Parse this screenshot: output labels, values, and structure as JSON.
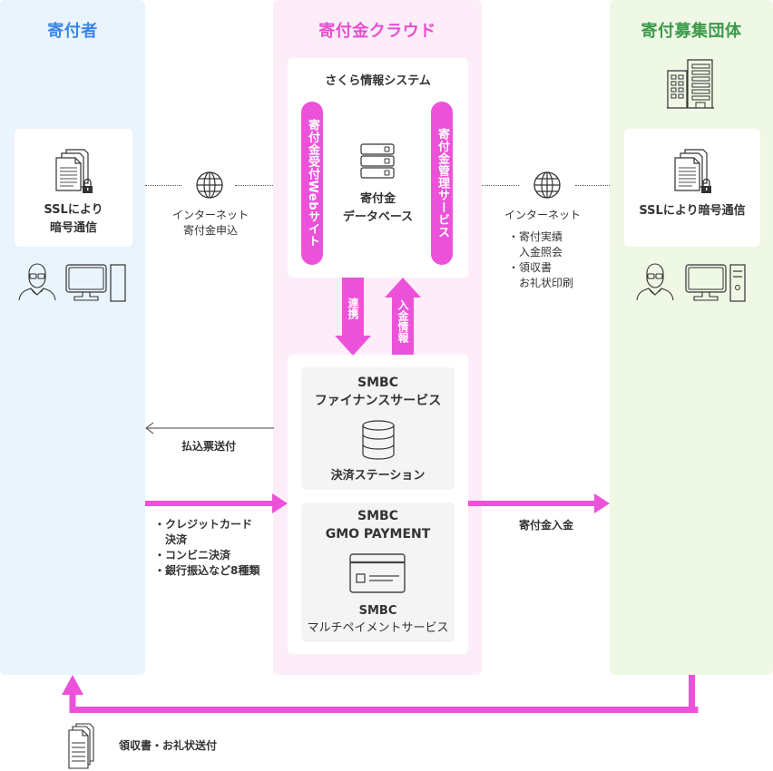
{
  "colors": {
    "donor_bg": "#e9f4fd",
    "donor_title": "#3b86e8",
    "cloud_bg": "#fdedf9",
    "cloud_title": "#e84fd2",
    "org_bg": "#eff7e5",
    "org_title": "#3a9a4a",
    "accent_arrow": "#ec52d9",
    "text": "#333333"
  },
  "donor": {
    "title": "寄付者",
    "ssl_line1": "SSLにより",
    "ssl_line2": "暗号通信",
    "icons": [
      "document-lock-icon",
      "person-icon",
      "monitor-icon",
      "pc-tower-icon"
    ]
  },
  "cloud": {
    "title": "寄付金クラウド",
    "sakura": {
      "title": "さくら情報システム",
      "left_pill": "寄付金受付Webサイト",
      "right_pill": "寄付金管理サービス",
      "db_line1": "寄付金",
      "db_line2": "データベース"
    },
    "arrow_down_label": "連携",
    "arrow_up_label": "入金情報",
    "smbc_finance": {
      "line1": "SMBC",
      "line2": "ファイナンスサービス",
      "sub": "決済ステーション"
    },
    "smbc_gmo": {
      "line1": "SMBC",
      "line2": "GMO PAYMENT",
      "sub1": "SMBC",
      "sub2": "マルチペイメントサービス"
    }
  },
  "org": {
    "title": "寄付募集団体",
    "ssl_text": "SSLにより暗号通信",
    "icons": [
      "building-icon",
      "document-lock-icon",
      "person-icon",
      "monitor-icon",
      "pc-tower-icon"
    ]
  },
  "connections": {
    "left_internet": {
      "line1": "インターネット",
      "line2": "寄付金申込"
    },
    "right_internet": {
      "title": "インターネット",
      "bullets": [
        "・寄付実績",
        "　入金照会",
        "・領収書",
        "　お礼状印刷"
      ]
    },
    "payment_slip": "払込票送付",
    "payment_methods": [
      "・クレジットカード",
      "　決済",
      "・コンビニ決済",
      "・銀行振込など8種類"
    ],
    "donation_deposit": "寄付金入金",
    "receipt": "領収書・お礼状送付"
  }
}
